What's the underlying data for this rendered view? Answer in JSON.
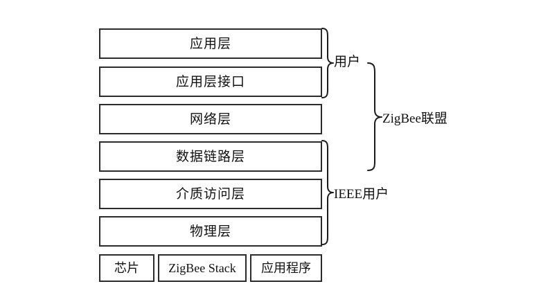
{
  "diagram": {
    "title": "ZigBee protocol stack layer diagram",
    "background_color": "#ffffff",
    "line_color": "#2b2b2b",
    "layers": [
      {
        "label": "应用层"
      },
      {
        "label": "应用层接口"
      },
      {
        "label": "网络层"
      },
      {
        "label": "数据链路层"
      },
      {
        "label": "介质访问层"
      },
      {
        "label": "物理层"
      }
    ],
    "components": [
      {
        "label": "芯片"
      },
      {
        "label": "ZigBee Stack"
      },
      {
        "label": "应用程序"
      }
    ],
    "groups": [
      {
        "id": "user",
        "label": "用户",
        "covers": [
          "应用层",
          "应用层接口"
        ]
      },
      {
        "id": "ieee",
        "label": "IEEE用户",
        "covers": [
          "数据链路层",
          "介质访问层",
          "物理层"
        ]
      },
      {
        "id": "zigbee",
        "label": "ZigBee联盟",
        "covers": [
          "用户",
          "IEEE用户"
        ]
      }
    ]
  }
}
